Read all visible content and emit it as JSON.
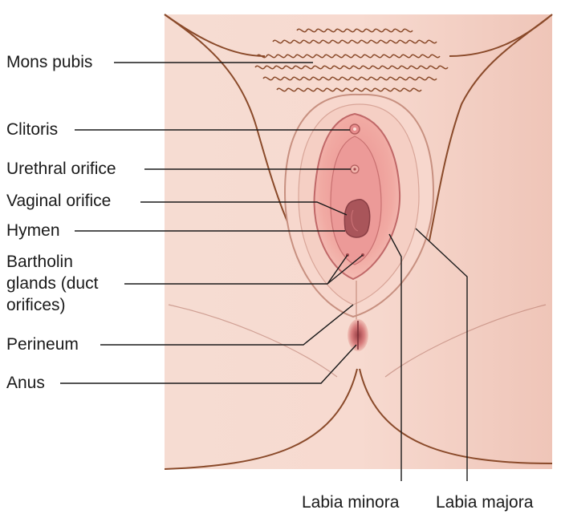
{
  "diagram": {
    "labels": {
      "mons_pubis": "Mons pubis",
      "clitoris": "Clitoris",
      "urethral_orifice": "Urethral orifice",
      "vaginal_orifice": "Vaginal orifice",
      "hymen": "Hymen",
      "bartholin_line1": "Bartholin",
      "bartholin_line2": "glands (duct",
      "bartholin_line3": "orifices)",
      "perineum": "Perineum",
      "anus": "Anus",
      "labia_minora": "Labia minora",
      "labia_majora": "Labia majora"
    },
    "colors": {
      "skin": "#f4d2c8",
      "skin_dark": "#e8b7aa",
      "outline": "#8a4a2a",
      "mucosa": "#e98f8f",
      "mucosa_light": "#f3b3ad",
      "orifice": "#b05a5e",
      "leader": "#1a1a1a"
    }
  }
}
